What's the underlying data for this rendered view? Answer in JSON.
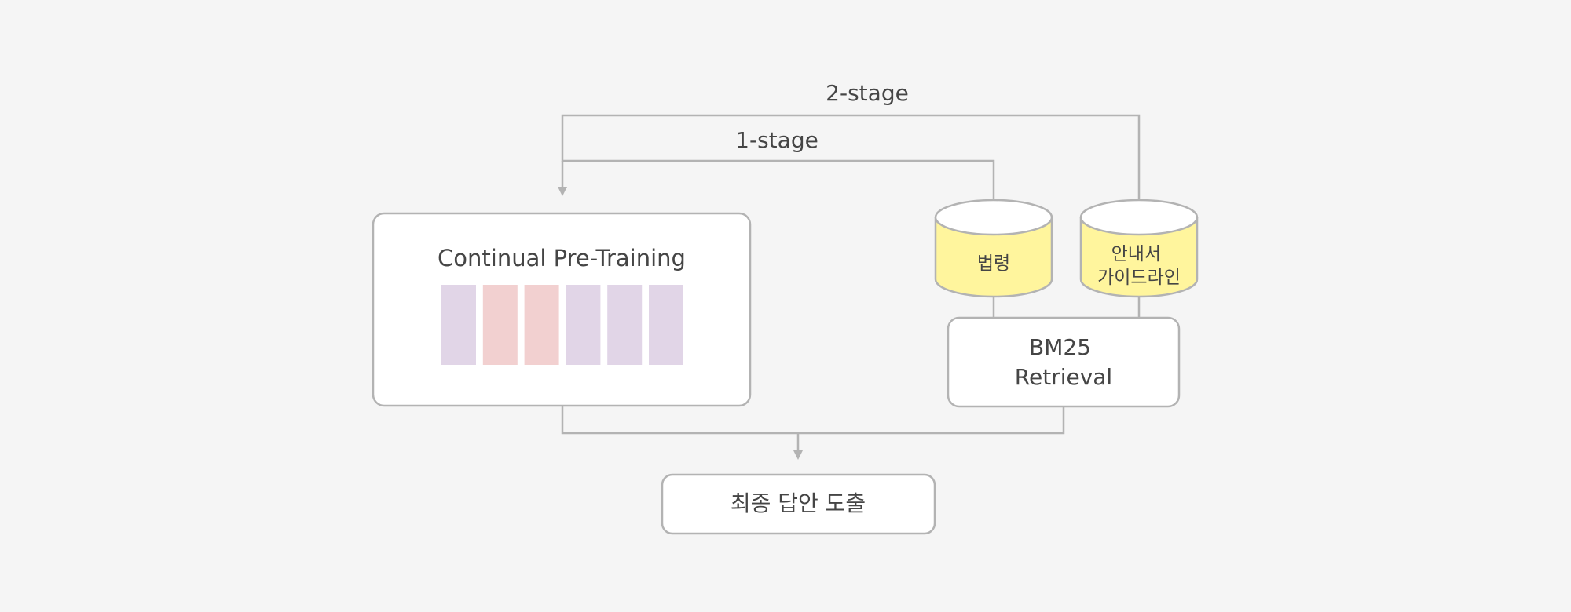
{
  "labels": {
    "stage2": "2-stage",
    "stage1": "1-stage"
  },
  "cpt_box": {
    "title": "Continual Pre-Training",
    "blocks": [
      {
        "color": "#e1d5e7"
      },
      {
        "color": "#f2d0d0"
      },
      {
        "color": "#f2d0d0"
      },
      {
        "color": "#e1d5e7"
      },
      {
        "color": "#e1d5e7"
      },
      {
        "color": "#e1d5e7"
      }
    ]
  },
  "databases": {
    "law": {
      "lines": [
        "법령"
      ]
    },
    "guide": {
      "lines": [
        "안내서",
        "가이드라인"
      ]
    }
  },
  "bm25_box": {
    "lines": [
      "BM25",
      "Retrieval"
    ]
  },
  "final_box": {
    "label": "최종 답안 도출"
  },
  "colors": {
    "background": "#f5f5f5",
    "stroke": "#b3b3b3",
    "box_fill": "#ffffff",
    "db_fill": "#fff59d",
    "text": "#454545"
  }
}
